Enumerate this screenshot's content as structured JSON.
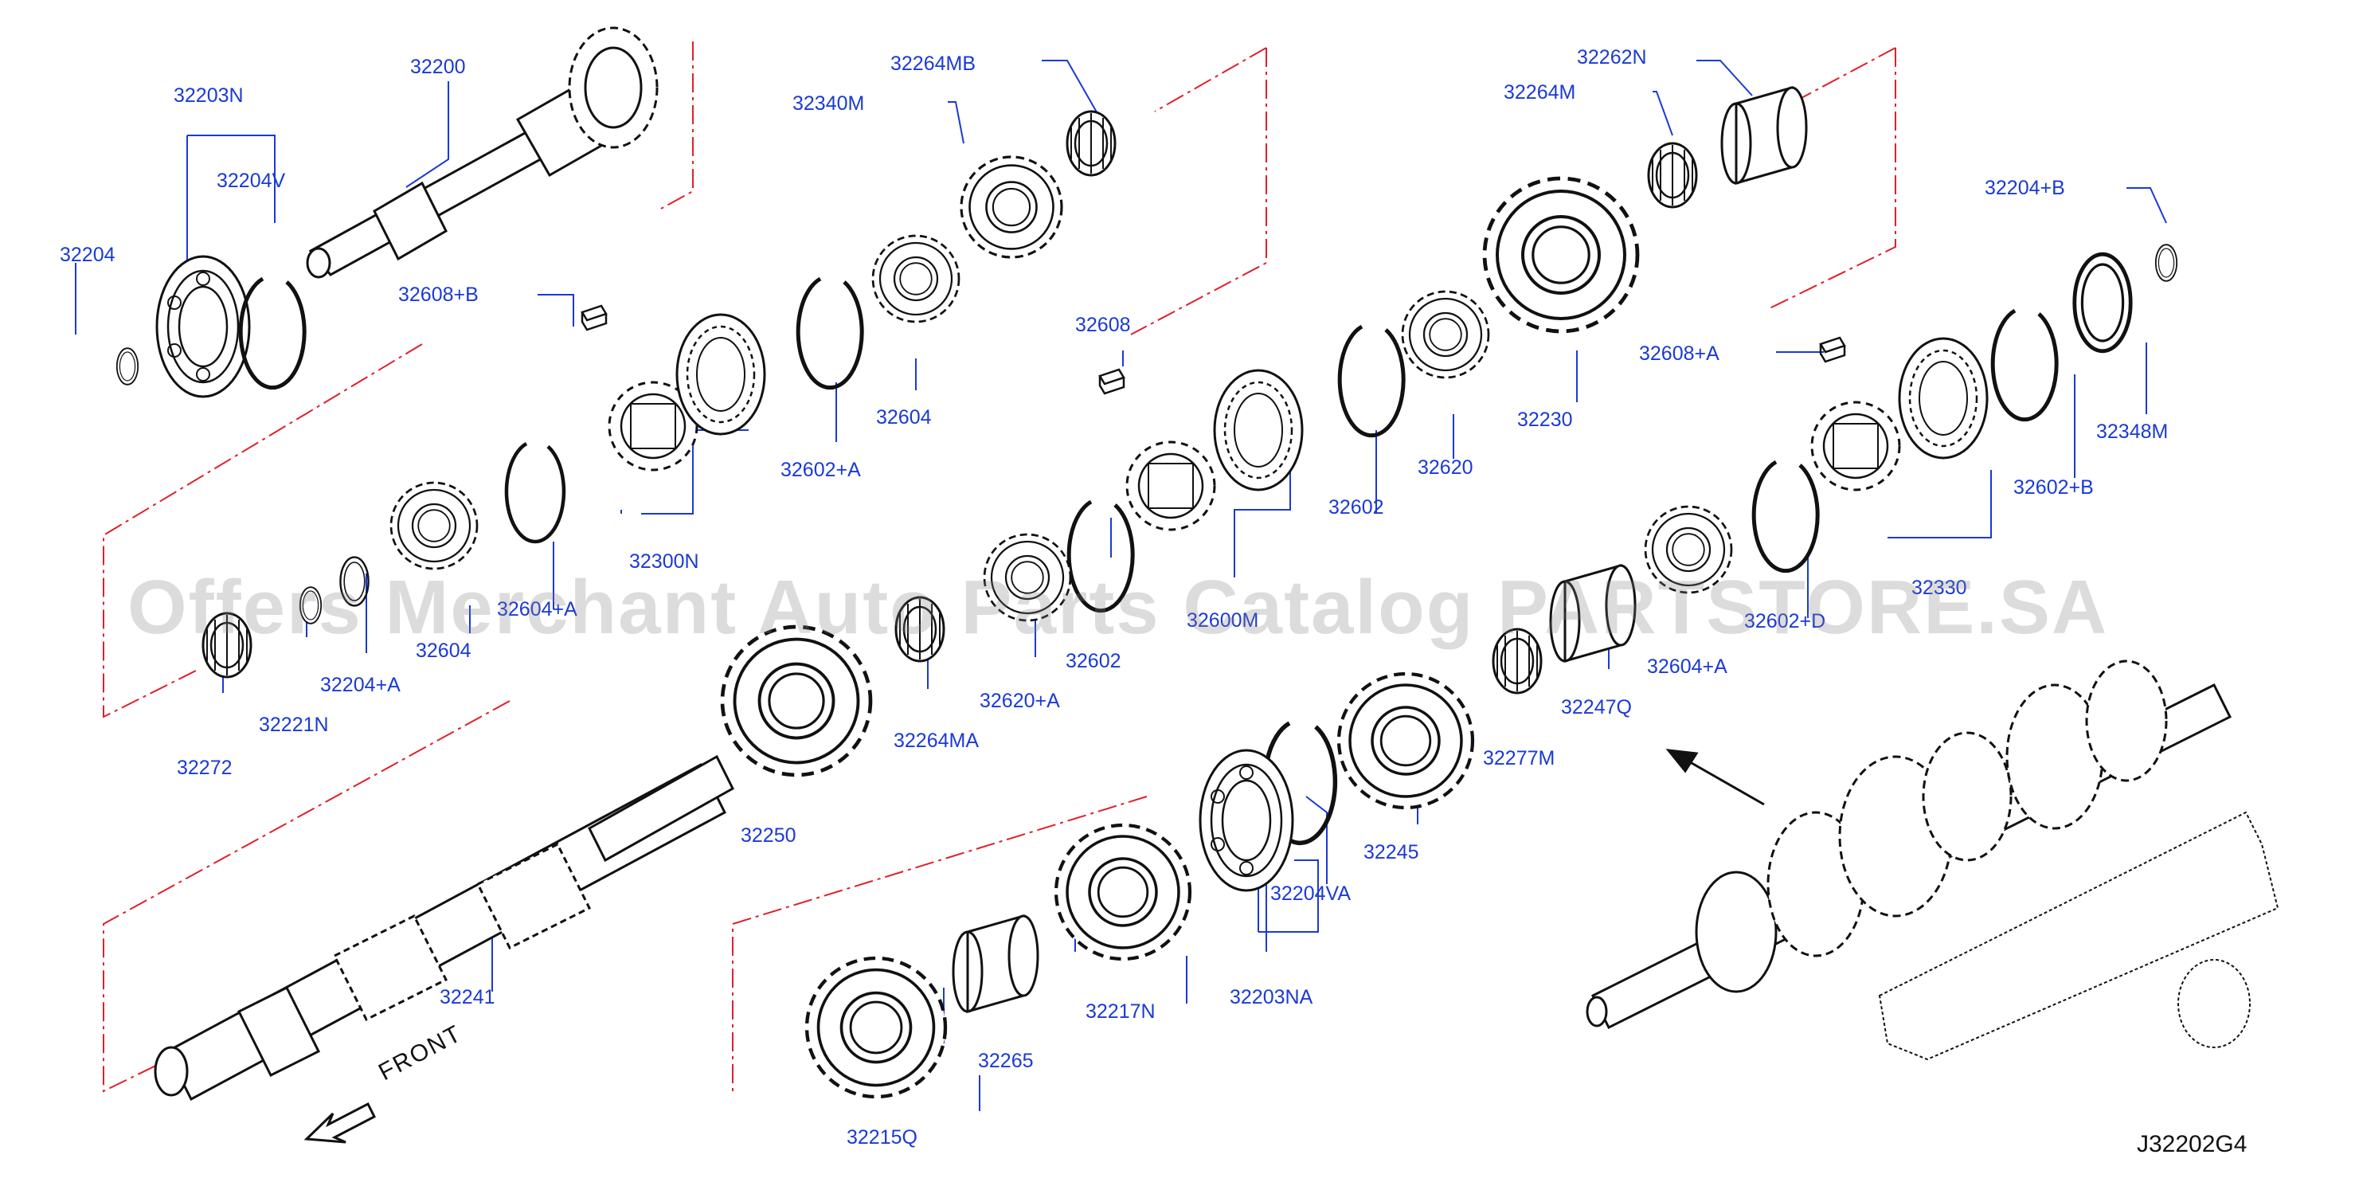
{
  "diagram": {
    "code": "J32202G4",
    "front_label": "FRONT",
    "watermark": "Offers Merchant Auto Parts Catalog PARTSTORE.SA",
    "colors": {
      "label": "#1a3ad6",
      "line": "#1a3ad6",
      "drawing": "#111111",
      "dashdot": "#e0202a"
    },
    "parts": [
      {
        "id": "32200",
        "label": "32200"
      },
      {
        "id": "32203N",
        "label": "32203N"
      },
      {
        "id": "32204V",
        "label": "32204V"
      },
      {
        "id": "32204",
        "label": "32204"
      },
      {
        "id": "32608B",
        "label": "32608+B"
      },
      {
        "id": "32264MB",
        "label": "32264MB"
      },
      {
        "id": "32340M",
        "label": "32340M"
      },
      {
        "id": "32604a",
        "label": "32604"
      },
      {
        "id": "32602A",
        "label": "32602+A"
      },
      {
        "id": "32300N",
        "label": "32300N"
      },
      {
        "id": "32604b",
        "label": "32604"
      },
      {
        "id": "32604Ab",
        "label": "32604+A"
      },
      {
        "id": "32204A",
        "label": "32204+A"
      },
      {
        "id": "32221N",
        "label": "32221N"
      },
      {
        "id": "32272",
        "label": "32272"
      },
      {
        "id": "32262N",
        "label": "32262N"
      },
      {
        "id": "32264M",
        "label": "32264M"
      },
      {
        "id": "32204B",
        "label": "32204+B"
      },
      {
        "id": "32608",
        "label": "32608"
      },
      {
        "id": "32608A",
        "label": "32608+A"
      },
      {
        "id": "32230",
        "label": "32230"
      },
      {
        "id": "32620",
        "label": "32620"
      },
      {
        "id": "32602a",
        "label": "32602"
      },
      {
        "id": "32600M",
        "label": "32600M"
      },
      {
        "id": "32602b",
        "label": "32602"
      },
      {
        "id": "32620A",
        "label": "32620+A"
      },
      {
        "id": "32264MA",
        "label": "32264MA"
      },
      {
        "id": "32250",
        "label": "32250"
      },
      {
        "id": "32348M",
        "label": "32348M"
      },
      {
        "id": "32602B",
        "label": "32602+B"
      },
      {
        "id": "32330",
        "label": "32330"
      },
      {
        "id": "32602D",
        "label": "32602+D"
      },
      {
        "id": "32604A",
        "label": "32604+A"
      },
      {
        "id": "32247Q",
        "label": "32247Q"
      },
      {
        "id": "32277M",
        "label": "32277M"
      },
      {
        "id": "32245",
        "label": "32245"
      },
      {
        "id": "32204VA",
        "label": "32204VA"
      },
      {
        "id": "32203NA",
        "label": "32203NA"
      },
      {
        "id": "32217N",
        "label": "32217N"
      },
      {
        "id": "32265",
        "label": "32265"
      },
      {
        "id": "32215Q",
        "label": "32215Q"
      },
      {
        "id": "32241",
        "label": "32241"
      }
    ]
  }
}
